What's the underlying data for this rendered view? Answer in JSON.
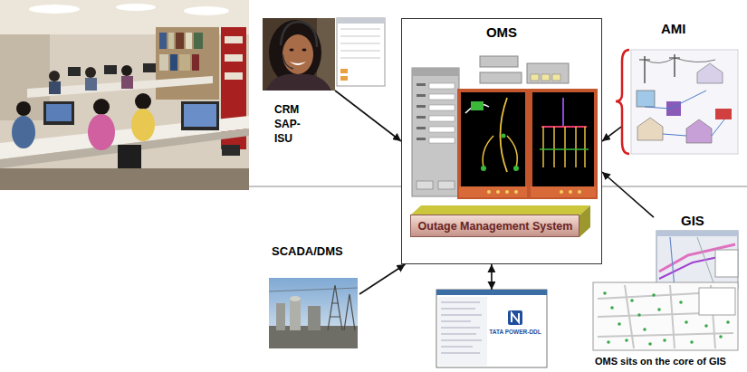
{
  "diagram": {
    "nodes": [
      {
        "text": [
          "CRM SAP-ISU"
        ]
      },
      {
        "text": [
          "OMS"
        ]
      },
      {
        "text": [
          "Outage Management System"
        ],
        "in": 1
      },
      {
        "text": [
          "AMI"
        ]
      },
      {
        "text": [
          "GIS"
        ]
      },
      {
        "text": [
          "SCADA/DMS"
        ]
      },
      {
        "text": [
          "TATA POWER-DDL"
        ]
      }
    ],
    "edges": [
      {
        "from": 0,
        "to": 1,
        "arrow": "to"
      },
      {
        "from": 3,
        "to": 1,
        "arrow": "to"
      },
      {
        "from": 4,
        "to": 1,
        "arrow": "to"
      },
      {
        "from": 5,
        "to": 1,
        "arrow": "to"
      },
      {
        "from": 1,
        "to": 6,
        "arrow": "both"
      }
    ],
    "labels": [
      "OMS sits on the core of GIS"
    ]
  }
}
